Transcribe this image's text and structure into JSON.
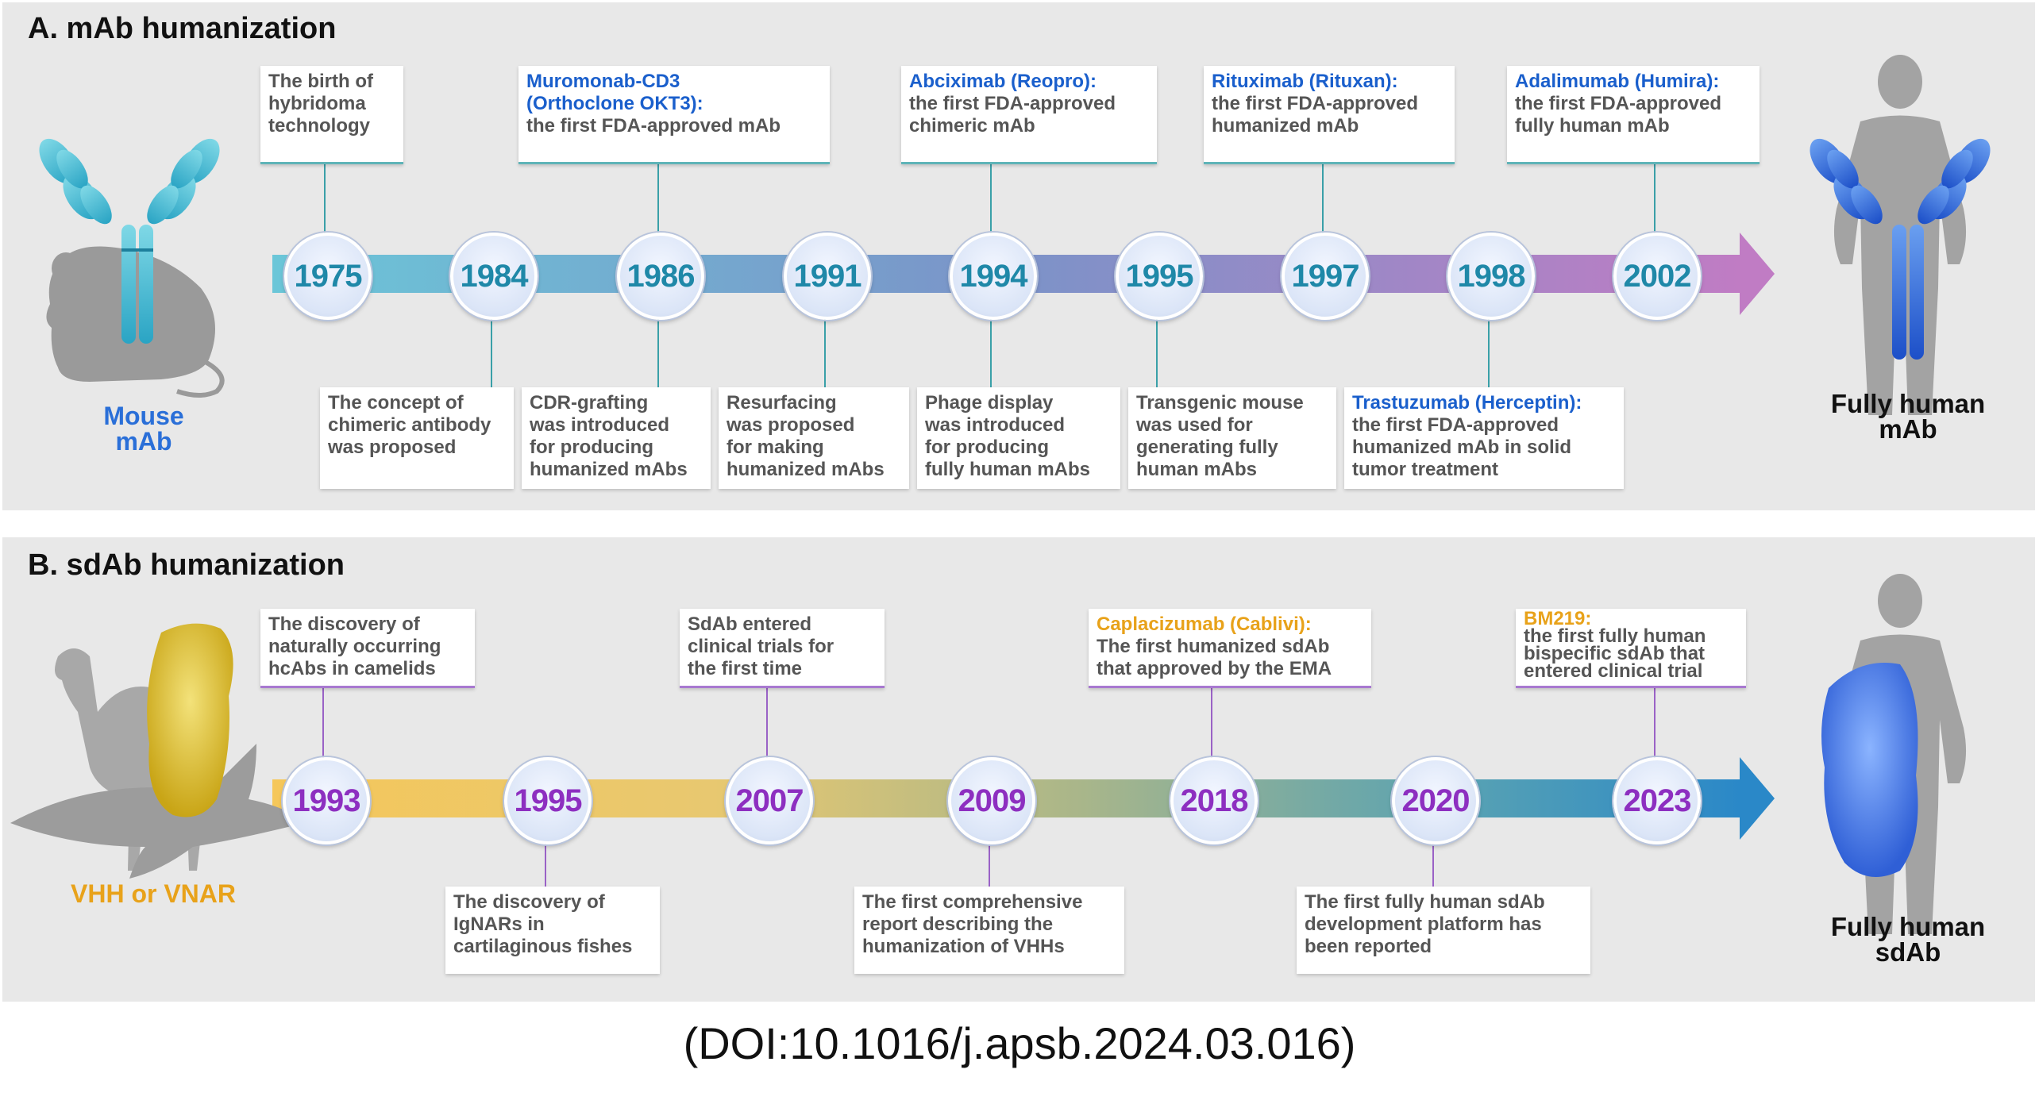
{
  "panel_a": {
    "title": "A. mAb humanization",
    "left_label": [
      "Mouse",
      "mAb"
    ],
    "right_label": [
      "Fully human",
      "mAb"
    ],
    "years": [
      "1975",
      "1984",
      "1986",
      "1991",
      "1994",
      "1995",
      "1997",
      "1998",
      "2002"
    ],
    "top_boxes": [
      {
        "lines": [
          "The birth of",
          "hybridoma",
          "technology"
        ],
        "highlight_lines": 0
      },
      {
        "lines": [
          "Muromonab-CD3",
          "(Orthoclone OKT3):",
          "the first FDA-approved mAb"
        ],
        "highlight_lines": 2
      },
      {
        "lines": [
          "Abciximab (Reopro):",
          "the first FDA-approved",
          "chimeric mAb"
        ],
        "highlight_lines": 1
      },
      {
        "lines": [
          "Rituximab (Rituxan):",
          "the first FDA-approved",
          "humanized mAb"
        ],
        "highlight_lines": 1
      },
      {
        "lines": [
          "Adalimumab (Humira):",
          "the first FDA-approved",
          "fully human mAb"
        ],
        "highlight_lines": 1
      }
    ],
    "bottom_boxes": [
      {
        "lines": [
          "The concept of",
          "chimeric antibody",
          "was proposed"
        ],
        "highlight_lines": 0
      },
      {
        "lines": [
          "CDR-grafting",
          "was introduced",
          "for producing",
          "humanized mAbs"
        ],
        "highlight_lines": 0
      },
      {
        "lines": [
          "Resurfacing",
          "was proposed",
          "for making",
          "humanized mAbs"
        ],
        "highlight_lines": 0
      },
      {
        "lines": [
          "Phage display",
          "was introduced",
          "for producing",
          "fully human mAbs"
        ],
        "highlight_lines": 0
      },
      {
        "lines": [
          "Transgenic mouse",
          "was used for",
          "generating fully",
          "human mAbs"
        ],
        "highlight_lines": 0
      },
      {
        "lines": [
          "Trastuzumab (Herceptin):",
          "the first FDA-approved",
          "humanized mAb in solid",
          "tumor treatment"
        ],
        "highlight_lines": 1
      }
    ]
  },
  "panel_b": {
    "title": "B. sdAb humanization",
    "left_label": [
      "VHH or VNAR"
    ],
    "right_label": [
      "Fully human",
      "sdAb"
    ],
    "years": [
      "1993",
      "1995",
      "2007",
      "2009",
      "2018",
      "2020",
      "2023"
    ],
    "top_boxes": [
      {
        "lines": [
          "The discovery of",
          "naturally occurring",
          "hcAbs in camelids"
        ],
        "highlight_lines": 0
      },
      {
        "lines": [
          "SdAb entered",
          "clinical trials for",
          "the first time"
        ],
        "highlight_lines": 0
      },
      {
        "lines": [
          "Caplacizumab (Cablivi):",
          "The first humanized sdAb",
          "that approved by the EMA"
        ],
        "highlight_lines": 1
      },
      {
        "lines": [
          "BM219:",
          "the first fully human",
          "bispecific sdAb that",
          "entered clinical trial"
        ],
        "highlight_lines": 1
      }
    ],
    "bottom_boxes": [
      {
        "lines": [
          "The discovery of",
          "IgNARs in",
          "cartilaginous fishes"
        ],
        "highlight_lines": 0
      },
      {
        "lines": [
          "The first comprehensive",
          "report describing the",
          "humanization of VHHs"
        ],
        "highlight_lines": 0
      },
      {
        "lines": [
          "The first fully human sdAb",
          "development platform has",
          "been reported"
        ],
        "highlight_lines": 0
      }
    ]
  },
  "caption": "(DOI:10.1016/j.apsb.2024.03.016)",
  "colors": {
    "a_highlight": "#1a5fcc",
    "b_highlight": "#e8a21a",
    "a_year": "#1f88a8",
    "b_year": "#8d2fc0"
  },
  "icons": [
    "antibody-icon",
    "mouse-silhouette-icon",
    "human-silhouette-icon",
    "camel-silhouette-icon",
    "shark-silhouette-icon",
    "sdab-blob-icon"
  ]
}
